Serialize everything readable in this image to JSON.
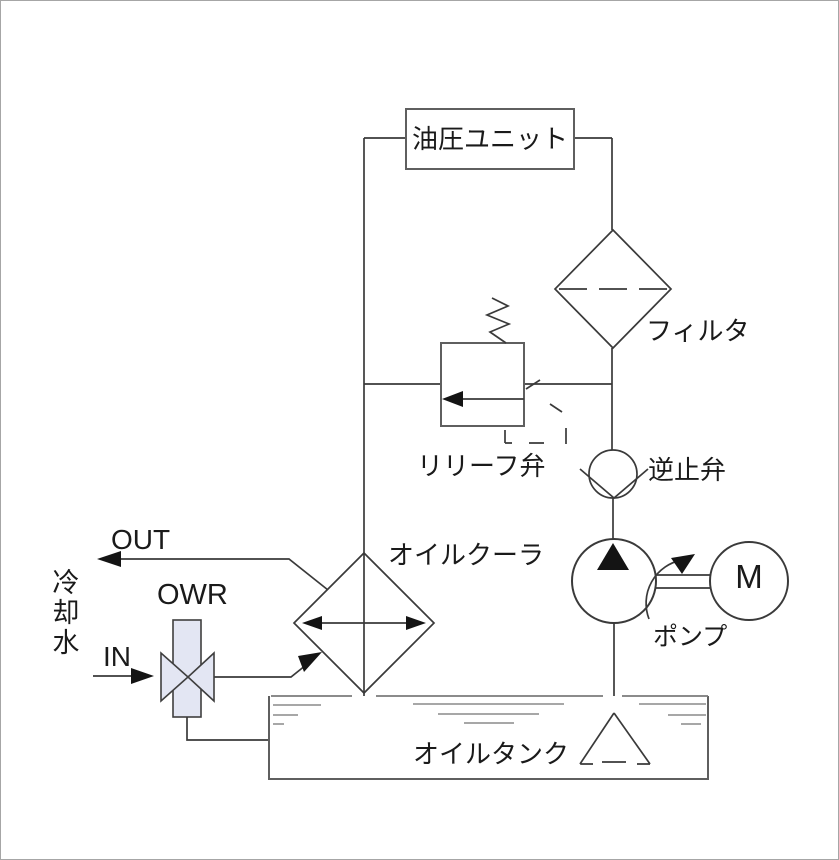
{
  "diagram": {
    "labels": {
      "hydraulic_unit": "油圧ユニット",
      "filter": "フィルタ",
      "relief_valve": "リリーフ弁",
      "check_valve": "逆止弁",
      "oil_cooler": "オイルクーラ",
      "pump": "ポンプ",
      "motor": "M",
      "oil_tank": "オイルタンク",
      "out": "OUT",
      "in": "IN",
      "owr": "OWR",
      "cooling_water": "冷却水"
    },
    "colors": {
      "line": "#3a3a3a",
      "box_stroke": "#5f5f5f",
      "water_line": "#8a8a8a",
      "valve_fill": "#e3e6f3",
      "text": "#1a1a1a",
      "background": "#ffffff"
    }
  }
}
